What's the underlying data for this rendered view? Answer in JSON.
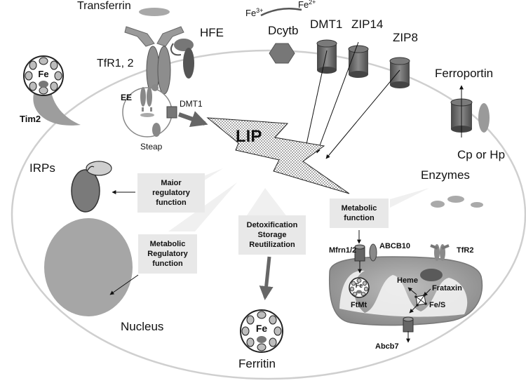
{
  "labels": {
    "transferrin": "Transferrin",
    "hfe": "HFE",
    "tfr12": "TfR1, 2",
    "fe3": "Fe",
    "fe3_sup": "3+",
    "fe2": "Fe",
    "fe2_sup": "2+",
    "dcytb": "Dcytb",
    "dmt1_top": "DMT1",
    "zip14": "ZIP14",
    "zip8": "ZIP8",
    "ferroportin": "Ferroportin",
    "cp_hp": "Cp or Hp",
    "tim2": "Tim2",
    "fe_tim2": "Fe",
    "ee": "EE",
    "dmt1_endo": "DMT1",
    "steap": "Steap",
    "lip": "LIP",
    "irps": "IRPs",
    "enzymes": "Enzymes",
    "nucleus": "Nucleus",
    "ferritin": "Ferritin",
    "fe_ferritin": "Fe",
    "mfrn": "Mfrn1/2",
    "abcb10": "ABCB10",
    "tfr2": "TfR2",
    "heme": "Heme",
    "frataxin": "Frataxin",
    "fes": "Fe/S",
    "ftmt": "FtMt",
    "fe_ftmt": "Fe",
    "abcb7": "Abcb7"
  },
  "boxes": {
    "major_1": "Maior",
    "major_2": "regulatory",
    "major_3": "function",
    "metab_1": "Metabolic",
    "metab_2": "function",
    "mreg_1": "Metabolic",
    "mreg_2": "Regulatory",
    "mreg_3": "function",
    "detox_1": "Detoxification",
    "detox_2": "Storage",
    "detox_3": "Reutilization"
  },
  "colors": {
    "dark_gray": "#6e6e6e",
    "mid_gray": "#9a9a9a",
    "light_gray": "#cfcfcf",
    "box_gray": "#e8e8e8"
  },
  "icons": [
    "ferritin-cage-icon",
    "lip-lightning-icon",
    "mitochondrion-icon",
    "transporter-cylinder-icon"
  ]
}
